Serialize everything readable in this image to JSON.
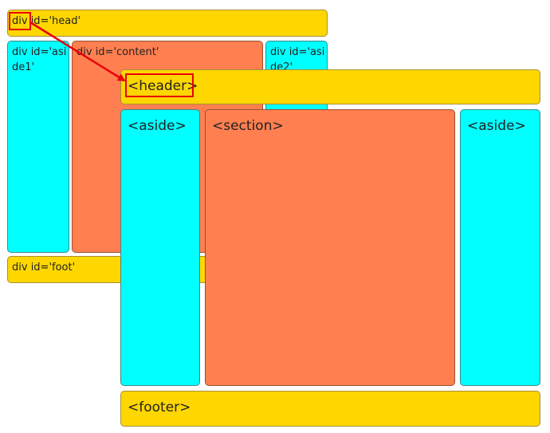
{
  "old_layout": {
    "head": "div id='head'",
    "aside1": "div id='aside1'",
    "content": "div id='content'",
    "aside2": "div id='aside2'",
    "foot": "div id='foot'"
  },
  "new_layout": {
    "header": "<header>",
    "aside_left": "<aside>",
    "section": "<section>",
    "aside_right": "<aside>",
    "footer": "<footer>"
  },
  "colors": {
    "gold": "#ffd700",
    "cyan": "#00ffff",
    "coral": "#ff7f50",
    "highlight": "#e8000b"
  }
}
